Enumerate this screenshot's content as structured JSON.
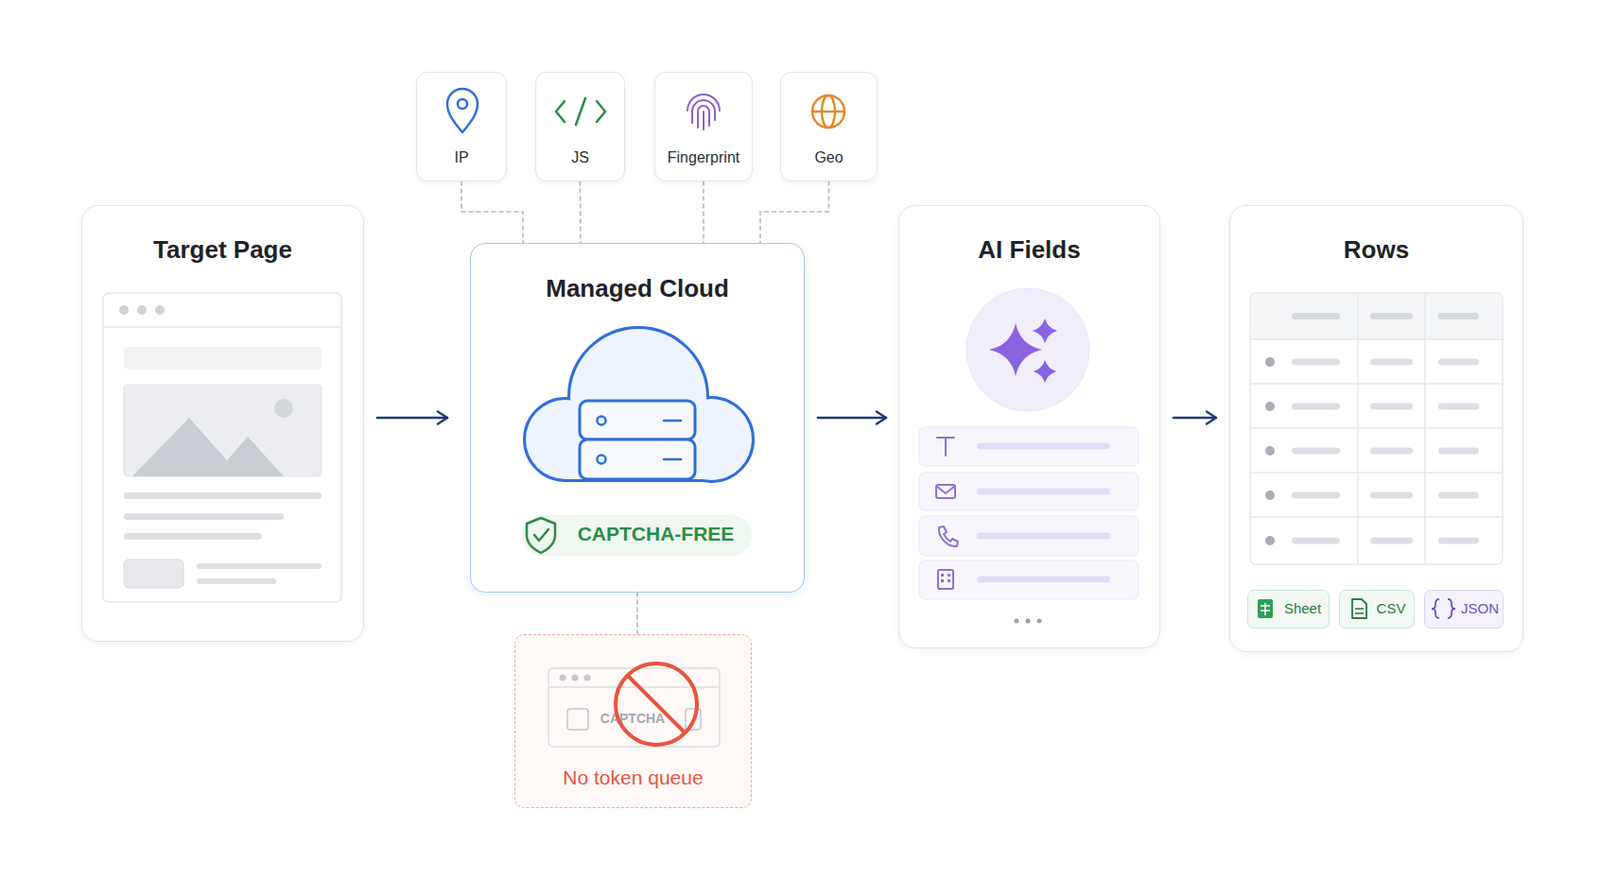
{
  "diagram": {
    "nodes": [
      {
        "text": [
          "Target Page"
        ]
      },
      {
        "text": [
          "IP"
        ]
      },
      {
        "text": [
          "JS"
        ]
      },
      {
        "text": [
          "Fingerprint"
        ]
      },
      {
        "text": [
          "Geo"
        ]
      },
      {
        "text": [
          "Managed Cloud"
        ]
      },
      {
        "text": [
          "CAPTCHA-FREE"
        ],
        "in": 5
      },
      {
        "text": [
          "No token queue"
        ]
      },
      {
        "text": [
          "AI Fields"
        ]
      },
      {
        "text": [
          "Rows"
        ]
      },
      {
        "text": [
          "Sheet"
        ],
        "in": 9
      },
      {
        "text": [
          "CSV"
        ],
        "in": 9
      },
      {
        "text": [
          "JSON"
        ],
        "in": 9
      }
    ],
    "edges": [
      {
        "from": 0,
        "to": 5,
        "arrow": "to"
      },
      {
        "from": 5,
        "to": 8,
        "arrow": "to"
      },
      {
        "from": 8,
        "to": 9,
        "arrow": "to"
      },
      {
        "from": 1,
        "to": 5,
        "arrow": "none"
      },
      {
        "from": 2,
        "to": 5,
        "arrow": "none"
      },
      {
        "from": 3,
        "to": 5,
        "arrow": "none"
      },
      {
        "from": 4,
        "to": 5,
        "arrow": "none"
      },
      {
        "from": 5,
        "to": 7,
        "arrow": "none"
      }
    ],
    "labels": [
      "CAPTCHA"
    ]
  }
}
